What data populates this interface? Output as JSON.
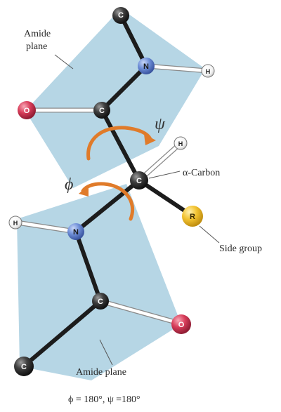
{
  "labels": {
    "amide_plane_top_line1": "Amide",
    "amide_plane_top_line2": "plane",
    "alpha_carbon": "α-Carbon",
    "side_group": "Side group",
    "amide_plane_bottom": "Amide plane",
    "angles_caption": "ϕ = 180°, ψ =180°",
    "psi_symbol": "ψ",
    "phi_symbol": "ϕ"
  },
  "atoms": {
    "c_top": "C",
    "n_top": "N",
    "h_top": "H",
    "o_top": "O",
    "c_carbonyl_top": "C",
    "c_alpha": "C",
    "h_alpha": "H",
    "r_side": "R",
    "h_bottom": "H",
    "n_bottom": "N",
    "c_carbonyl_bottom": "C",
    "o_bottom": "O",
    "c_bottom": "C"
  },
  "colors": {
    "plane_fill": "#a9cfe0",
    "bond_dark": "#1c1c1c",
    "carbon": "#3a3a3a",
    "nitrogen": "#6b8fd6",
    "oxygen": "#d23a55",
    "hydrogen": "#ffffff",
    "side_group": "#f2c12e",
    "rotation_arrow": "#e07b2a"
  }
}
